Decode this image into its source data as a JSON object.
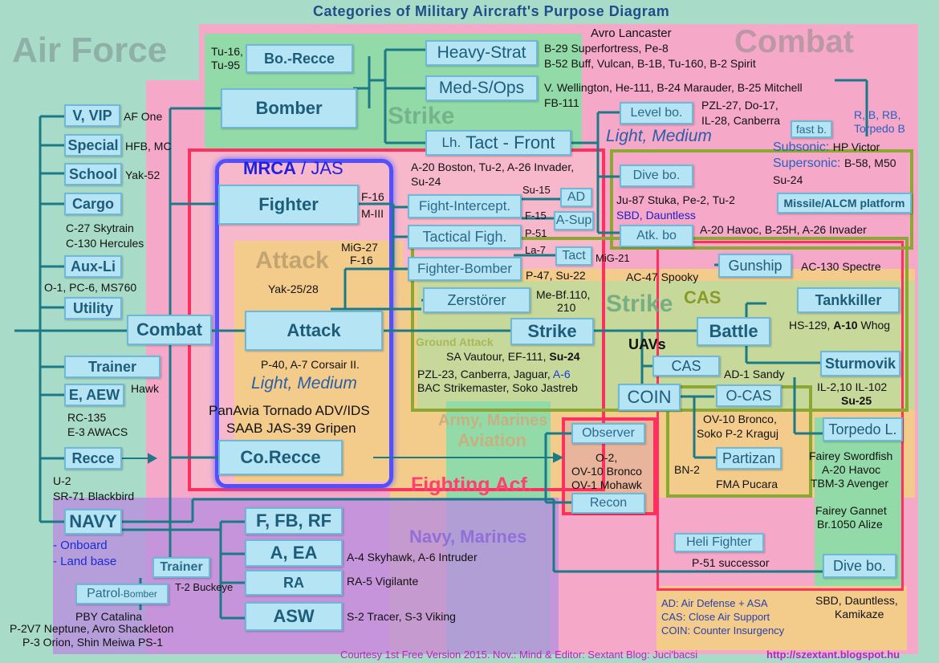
{
  "title": "Categories of Military Aircraft's Purpose Diagram",
  "region_labels": {
    "air_force": "Air Force",
    "combat": "Combat",
    "strike_top": "Strike",
    "attack": "Attack",
    "strike_mid": "Strike",
    "cas": "CAS",
    "army_marines": "Army, Marines",
    "aviation": "Aviation",
    "fighting_acf": "Fighting Acf.",
    "navy_marines": "Navy, Marines",
    "mrca": "MRCA",
    "mrca_sep": " / ",
    "jas": "JAS",
    "light_medium_attack": "Light, Medium",
    "light_medium_top": "Light, Medium",
    "ground_attack": "Ground Attack",
    "uavs": "UAVs"
  },
  "left_column": {
    "v_vip": {
      "label": "V, VIP",
      "note": "AF One"
    },
    "special": {
      "label": "Special",
      "note": "HFB, MC"
    },
    "school": {
      "label": "School",
      "note": "Yak-52"
    },
    "cargo": {
      "label": "Cargo",
      "note1": "C-27 Skytrain",
      "note2": "C-130 Hercules"
    },
    "aux_li": {
      "label": "Aux-Li",
      "note": "O-1, PC-6, MS760"
    },
    "utility": {
      "label": "Utility"
    },
    "combat": {
      "label": "Combat"
    },
    "trainer": {
      "label": "Trainer",
      "note": "Hawk"
    },
    "e_aew": {
      "label": "E, AEW",
      "note1": "RC-135",
      "note2": "E-3 AWACS"
    },
    "recce": {
      "label": "Recce",
      "note1": "U-2",
      "note2": "SR-71 Blackbird"
    },
    "navy": {
      "label": "NAVY",
      "note1": "- Onboard",
      "note2": "- Land base"
    },
    "navy_trainer": {
      "label": "Trainer",
      "note": "T-2 Buckeye"
    },
    "patrol": {
      "label": "Patrol",
      "label2": "-Bomber",
      "note1": "PBY Catalina",
      "note2": "P-2V7 Neptune, Avro Shackleton",
      "note3": "P-3 Orion, Shin Meiwa PS-1"
    }
  },
  "strike_group": {
    "bo_recce": {
      "label": "Bo.-Recce",
      "note1": "Tu-16,",
      "note2": "Tu-95"
    },
    "bomber": {
      "label": "Bomber"
    },
    "heavy_strat": {
      "label": "Heavy-Strat",
      "note0": "Avro Lancaster",
      "note1": "B-29 Superfortress, Pe-8",
      "note2": "B-52 Buff, Vulcan, B-1B, Tu-160, B-2 Spirit"
    },
    "med_s_ops": {
      "label": "Med-S/Ops",
      "note1": "V. Wellington, He-111, B-24 Marauder, B-25 Mitchell",
      "note2": "FB-111"
    },
    "tact_front": {
      "label_lh": "Lh.",
      "label": "Tact - Front",
      "note1": "A-20 Boston, Tu-2, A-26 Invader,",
      "note2": "Su-24"
    },
    "level_bo": {
      "label": "Level bo.",
      "note1": "PZL-27, Do-17,",
      "note2": "IL-28, Canberra"
    },
    "fast_b": {
      "label": "fast b.",
      "note": "R, B, RB,",
      "note2": "Torpedo B"
    },
    "subsonic": {
      "label": "Subsonic:",
      "note": "HP Victor"
    },
    "supersonic": {
      "label": "Supersonic:",
      "note": "B-58, M50"
    },
    "su24": "Su-24",
    "missile": {
      "label": "Missile/ALCM platform"
    }
  },
  "fighter_group": {
    "fighter": {
      "label": "Fighter",
      "note1": "F-16",
      "note2": "M-III"
    },
    "intercept": {
      "label": "Fight-Intercept."
    },
    "tactical": {
      "label": "Tactical Figh."
    },
    "fighter_bomber": {
      "label": "Fighter-Bomber",
      "note1": "MiG-27",
      "note2": "F-16"
    },
    "ad": {
      "label": "AD",
      "note": "Su-15"
    },
    "a_sup": {
      "label": "A-Sup",
      "note": "F-15"
    },
    "tact": {
      "label": "Tact",
      "note1": "P-51",
      "note2": "La-7",
      "note3": "MiG-21"
    },
    "p47": "P-47, Su-22"
  },
  "dive_group": {
    "dive_bo": {
      "label": "Dive bo.",
      "note1": "Ju-87 Stuka, Pe-2, Tu-2",
      "note2": "SBD, Dauntless"
    },
    "atk_bo": {
      "label": "Atk. bo",
      "note": "A-20 Havoc, B-25H, A-26 Invader"
    }
  },
  "attack_group": {
    "yak": "Yak-25/28",
    "attack": {
      "label": "Attack",
      "note": "P-40, A-7 Corsair II."
    },
    "tornado": "PanAvia Tornado ADV/IDS",
    "gripen": "SAAB JAS-39 Gripen",
    "co_recce": {
      "label": "Co.Recce"
    },
    "zerstorer": {
      "label": "Zerstörer",
      "note1": "Me-Bf.110,",
      "note2": "210"
    }
  },
  "strike_mid": {
    "strike": {
      "label": "Strike"
    },
    "gunship": {
      "label": "Gunship",
      "note": "AC-130 Spectre",
      "note2": "AC-47 Spooky"
    },
    "battle": {
      "label": "Battle"
    },
    "tankkiller": {
      "label": "Tankkiller",
      "note1": "HS-129,",
      "note_bold": "A-10",
      "note2": "Whog"
    },
    "sturmovik": {
      "label": "Sturmovik",
      "note1": "IL-2,10  IL-102",
      "note2": "Su-25"
    },
    "ground_notes": {
      "l1a": "SA Vautour, EF-111,",
      "l1b": "Su-24",
      "l2a": "PZL-23, Canberra, Jaguar,",
      "l2b": "A-6",
      "l3": "BAC Strikemaster, Soko Jastreb"
    },
    "cas": {
      "label": "CAS",
      "note": "AD-1 Sandy"
    },
    "coin": {
      "label": "COIN"
    },
    "o_cas": {
      "label": "O-CAS",
      "note1": "OV-10 Bronco,",
      "note2": "Soko P-2 Kraguj"
    },
    "partizan": {
      "label": "Partizan",
      "note1": "BN-2",
      "note2": "FMA Pucara"
    },
    "torpedo": {
      "label": "Torpedo L.",
      "note1": "Fairey Swordfish",
      "note2": "A-20 Havoc",
      "note3": "TBM-3 Avenger",
      "note4": "Fairey Gannet",
      "note5": "Br.1050 Alize"
    },
    "observer": {
      "label": "Observer",
      "note1": "O-2,",
      "note2": "OV-10 Bronco",
      "note3": "OV-1 Mohawk"
    },
    "recon": {
      "label": "Recon"
    },
    "heli": {
      "label": "Heli Fighter",
      "note": "P-51 successor"
    },
    "dive_bo2": {
      "label": "Dive bo.",
      "note1": "SBD, Dauntless,",
      "note2": "Kamikaze"
    }
  },
  "navy_group": {
    "f_fb_rf": {
      "label": "F, FB, RF"
    },
    "a_ea": {
      "label": "A, EA",
      "note": "A-4 Skyhawk, A-6 Intruder"
    },
    "ra": {
      "label": "RA",
      "note": "RA-5 Vigilante"
    },
    "asw": {
      "label": "ASW",
      "note": "S-2 Tracer, S-3 Viking"
    }
  },
  "legend": {
    "ad": "AD: Air Defense + ASA",
    "cas": "CAS: Close Air Support",
    "coin": "COIN: Counter Insurgency"
  },
  "footer": {
    "credit": "Courtesy 1st Free Version 2015. Nov.: Mind & Editor: Sextant Blog: Juci'bacsi",
    "url": "http://szextant.blogspot.hu"
  },
  "colors": {
    "background": "#a9dcc8",
    "pink": "#f4a8c8",
    "green": "#8fdca8",
    "orange": "#f3cc8c",
    "purple": "#b98ee0",
    "red_frame": "#ff3060",
    "blue_frame": "#4848ff",
    "olive_frame": "#8aa832",
    "box_fill": "#b5e4f4",
    "line": "#1b7a86"
  }
}
